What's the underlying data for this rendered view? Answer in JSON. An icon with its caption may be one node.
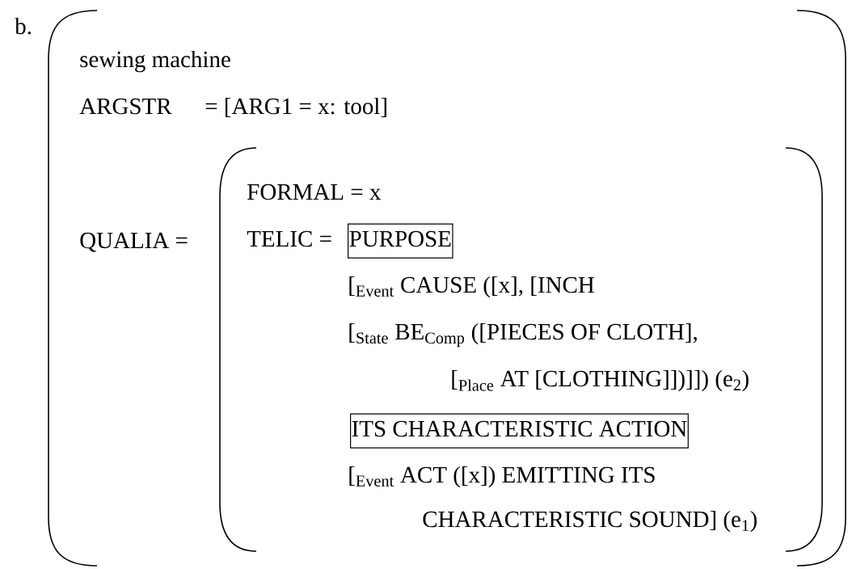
{
  "diagram": {
    "nodes": [
      {
        "text": [
          "PURPOSE"
        ]
      },
      {
        "text": [
          "ITS CHARACTERISTIC ACTION"
        ]
      }
    ],
    "labels": [
      "b.",
      "sewing machine",
      "ARGSTR",
      "= [ARG1 = x: tool]",
      "QUALIA =",
      "FORMAL = x",
      "TELIC =",
      "[$_{Event}$ CAUSE ([x], [INCH",
      "[$_{State}$ BE$_{Comp}$ ([PIECES OF CLOTH],",
      "[$_{Place}$ AT [CLOTHING]])]]) (e$_{2}$)",
      "[$_{Event}$ ACT ([x]) EMITTING ITS",
      "CHARACTERISTIC SOUND] (e$_{1}$)"
    ]
  }
}
